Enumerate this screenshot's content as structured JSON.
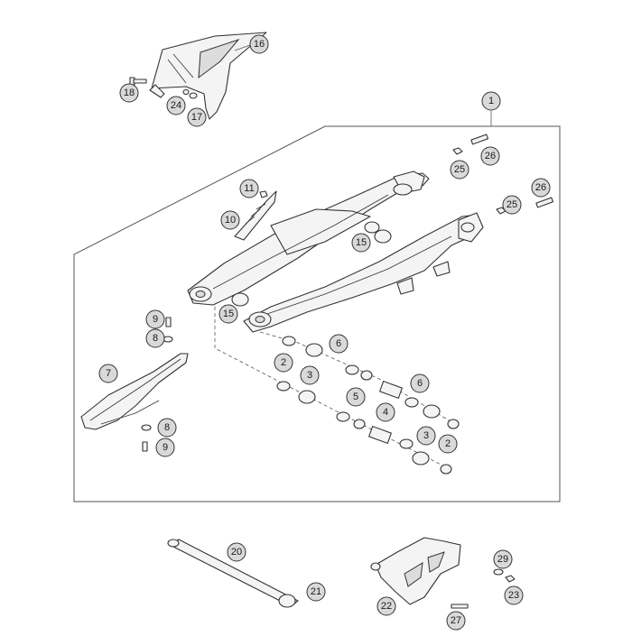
{
  "diagram": {
    "callouts": [
      {
        "id": "c1",
        "label": "1"
      },
      {
        "id": "c2a",
        "label": "2"
      },
      {
        "id": "c2b",
        "label": "2"
      },
      {
        "id": "c3a",
        "label": "3"
      },
      {
        "id": "c3b",
        "label": "3"
      },
      {
        "id": "c4",
        "label": "4"
      },
      {
        "id": "c5",
        "label": "5"
      },
      {
        "id": "c6a",
        "label": "6"
      },
      {
        "id": "c6b",
        "label": "6"
      },
      {
        "id": "c7",
        "label": "7"
      },
      {
        "id": "c8a",
        "label": "8"
      },
      {
        "id": "c8b",
        "label": "8"
      },
      {
        "id": "c9a",
        "label": "9"
      },
      {
        "id": "c9b",
        "label": "9"
      },
      {
        "id": "c10",
        "label": "10"
      },
      {
        "id": "c11",
        "label": "11"
      },
      {
        "id": "c15a",
        "label": "15"
      },
      {
        "id": "c15b",
        "label": "15"
      },
      {
        "id": "c16",
        "label": "16"
      },
      {
        "id": "c17",
        "label": "17"
      },
      {
        "id": "c18",
        "label": "18"
      },
      {
        "id": "c20",
        "label": "20"
      },
      {
        "id": "c21",
        "label": "21"
      },
      {
        "id": "c22",
        "label": "22"
      },
      {
        "id": "c23",
        "label": "23"
      },
      {
        "id": "c24",
        "label": "24"
      },
      {
        "id": "c25a",
        "label": "25"
      },
      {
        "id": "c25b",
        "label": "25"
      },
      {
        "id": "c26a",
        "label": "26"
      },
      {
        "id": "c26b",
        "label": "26"
      },
      {
        "id": "c27",
        "label": "27"
      },
      {
        "id": "c29",
        "label": "29"
      }
    ]
  }
}
